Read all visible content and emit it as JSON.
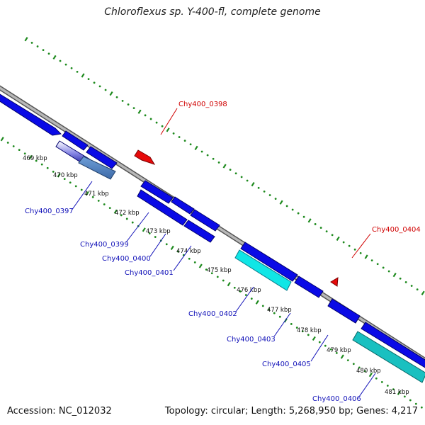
{
  "title": "Chloroflexus sp. Y-400-fl, complete genome",
  "footer": {
    "accession": "Accession: NC_012032",
    "summary": "Topology: circular; Length: 5,268,950 bp; Genes: 4,217"
  },
  "colors": {
    "forward_gene": "#0a0ae6",
    "reverse_gene": "#0a0ae6",
    "highlight_cyan": "#10e6e6",
    "teal_gene": "#19c0c0",
    "steel_gene": "#4a7fc0",
    "rna": "#e60a0a",
    "backbone": "#8c8c8c",
    "gc_ticks": "#1e8a1e",
    "label_blue": "#1010b8",
    "label_red": "#d00000"
  },
  "kbp_labels": [
    "469 kbp",
    "470 kbp",
    "471 kbp",
    "472 kbp",
    "473 kbp",
    "474 kbp",
    "475 kbp",
    "476 kbp",
    "477 kbp",
    "478 kbp",
    "479 kbp",
    "480 kbp",
    "481 kbp"
  ],
  "gene_labels": [
    {
      "text": "Chy400_0398",
      "color": "red"
    },
    {
      "text": "Chy400_0404",
      "color": "red"
    },
    {
      "text": "Chy400_0397",
      "color": "blue"
    },
    {
      "text": "Chy400_0399",
      "color": "blue"
    },
    {
      "text": "Chy400_0400",
      "color": "blue"
    },
    {
      "text": "Chy400_0401",
      "color": "blue"
    },
    {
      "text": "Chy400_0402",
      "color": "blue"
    },
    {
      "text": "Chy400_0403",
      "color": "blue"
    },
    {
      "text": "Chy400_0405",
      "color": "blue"
    },
    {
      "text": "Chy400_0406",
      "color": "blue"
    }
  ]
}
